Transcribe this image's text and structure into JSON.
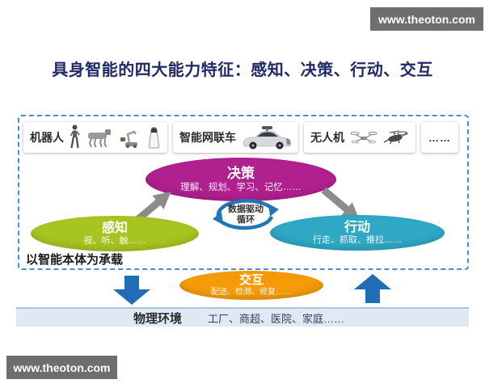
{
  "watermarks": {
    "top_right": "www.theoton.com",
    "bottom_left": "www.theoton.com"
  },
  "title": "具身智能的四大能力特征：感知、决策、行动、交互",
  "carrier_panel": {
    "robots": {
      "label": "机器人",
      "icons": [
        "humanoid-robot",
        "quadruped-robot",
        "robot-arm",
        "service-robot"
      ]
    },
    "connected_car": {
      "label": "智能网联车",
      "icons": [
        "autonomous-car"
      ]
    },
    "drones": {
      "label": "无人机",
      "icons": [
        "quadcopter-drone",
        "helicopter-drone"
      ]
    },
    "more": {
      "label": "……"
    },
    "caption": "以智能本体为承载"
  },
  "capabilities": {
    "decision": {
      "label": "决策",
      "detail": "理解、规划、学习、记忆……",
      "color": "#b1208f"
    },
    "perception": {
      "label": "感知",
      "detail": "视、听、触……",
      "color": "#a6c520"
    },
    "action": {
      "label": "行动",
      "detail": "行走、抓取、推拉……",
      "color": "#2fa8c5"
    },
    "interaction": {
      "label": "交互",
      "detail": "配送、检测、修复……",
      "color": "#f59b0a"
    }
  },
  "data_cycle": {
    "line1": "数据驱动",
    "line2": "循环"
  },
  "environment": {
    "label": "物理环境",
    "detail": "工厂、商超、医院、家庭……"
  },
  "colors": {
    "title_text": "#1f2a66",
    "dashed_border": "#4a8fc7",
    "flow_arrow_gray": "#8c8c8c",
    "flow_arrow_blue": "#1e6db5",
    "cycle_blue": "#2176b8",
    "environment_bar_bg": "#dfe9f3",
    "watermark_bg": "#6e6e6e"
  }
}
